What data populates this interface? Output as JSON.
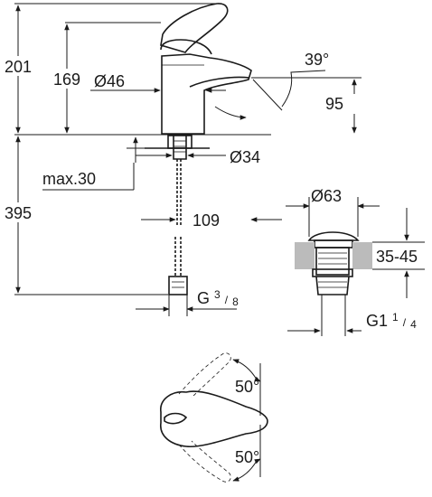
{
  "faucet_elevation": {
    "height_total": "201",
    "height_spout": "169",
    "body_diameter": "Ø46",
    "spout_angle": "39°",
    "spout_height": "95"
  },
  "installation": {
    "hole_diameter": "Ø34",
    "max_deck_thickness": "max.30",
    "hose_length": "395",
    "spout_reach": "109",
    "connection_thread": {
      "base": "G",
      "num": "3",
      "den": "8"
    }
  },
  "waste": {
    "diameter": "Ø63",
    "deck_range": "35-45",
    "thread": {
      "base": "G1",
      "num": "1",
      "den": "4"
    }
  },
  "plan_view": {
    "rotation_top": "50°",
    "rotation_bottom": "50°"
  }
}
